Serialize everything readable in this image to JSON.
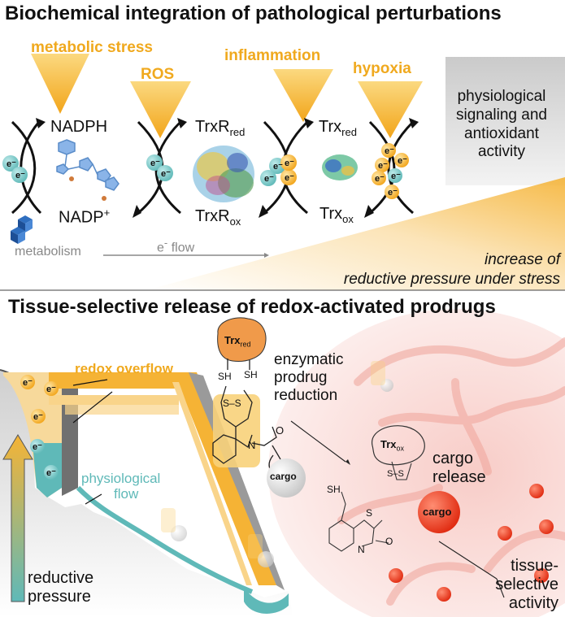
{
  "top": {
    "title": "Biochemical integration of pathological perturbations",
    "stressors": [
      "metabolic stress",
      "ROS",
      "inflammation",
      "hypoxia"
    ],
    "nadph": "NADPH",
    "nadp": "NADP",
    "nadp_sup": "+",
    "trxr_red_main": "TrxR",
    "trxr_red_sub": "red",
    "trxr_ox_main": "TrxR",
    "trxr_ox_sub": "ox",
    "trx_red_main": "Trx",
    "trx_red_sub": "red",
    "trx_ox_main": "Trx",
    "trx_ox_sub": "ox",
    "electron": "e",
    "electron_sup": "-",
    "metabolism": "metabolism",
    "flow": "flow",
    "physiological": [
      "physiological",
      "signaling and",
      "antioxidant",
      "activity"
    ],
    "pressure_line1": "increase of",
    "pressure_line2": "reductive pressure under stress"
  },
  "bottom": {
    "title": "Tissue-selective release of redox-activated prodrugs",
    "redox_overflow": "redox overflow",
    "physiological_flow": [
      "physiological",
      "flow"
    ],
    "reductive_pressure": [
      "reductive",
      "pressure"
    ],
    "enzymatic": [
      "enzymatic",
      "prodrug",
      "reduction"
    ],
    "cargo_release": [
      "cargo",
      "release"
    ],
    "cargo": "cargo",
    "tissue": [
      "tissue-",
      "selective",
      "activity"
    ],
    "trx_label_main": "Trx",
    "trx_red_sub": "red",
    "trx_ox_sub": "ox",
    "sh": "SH",
    "ss": "S–S",
    "n": "N",
    "o": "O",
    "s": "S"
  },
  "colors": {
    "orange": "#f5b335",
    "teal": "#5fb9b8",
    "red": "#e8371e",
    "dark": "#6d6d6d"
  }
}
